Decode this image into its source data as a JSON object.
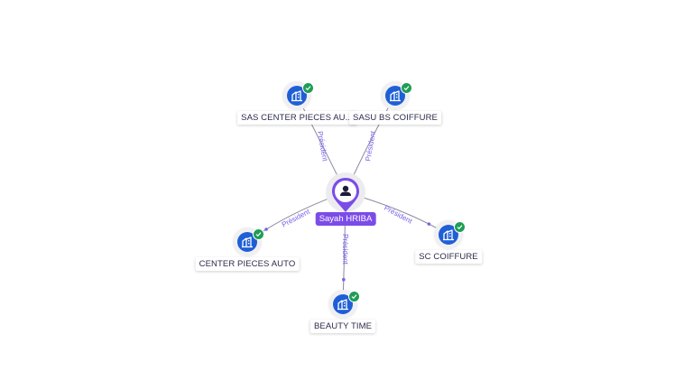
{
  "person": {
    "name": "Sayah HRIBA",
    "icon": "person-icon"
  },
  "companies": [
    {
      "id": "sas-center-pieces",
      "label": "SAS CENTER PIECES AU...",
      "icon": "building-icon",
      "status": "check-icon"
    },
    {
      "id": "sasu-bs-coiffure",
      "label": "SASU BS COIFFURE",
      "icon": "building-icon",
      "status": "check-icon"
    },
    {
      "id": "center-pieces-auto",
      "label": "CENTER PIECES AUTO",
      "icon": "building-icon",
      "status": "check-icon"
    },
    {
      "id": "sc-coiffure",
      "label": "SC COIFFURE",
      "icon": "building-icon",
      "status": "check-icon"
    },
    {
      "id": "beauty-time",
      "label": "BEAUTY TIME",
      "icon": "building-icon",
      "status": "check-icon"
    }
  ],
  "edges": [
    {
      "to": "sas-center-pieces",
      "label": "Président"
    },
    {
      "to": "sasu-bs-coiffure",
      "label": "Président"
    },
    {
      "to": "center-pieces-auto",
      "label": "Président"
    },
    {
      "to": "sc-coiffure",
      "label": "Président"
    },
    {
      "to": "beauty-time",
      "label": "Président"
    }
  ],
  "colors": {
    "person": "#7b4ce8",
    "company": "#1f5fd6",
    "verified": "#1f9d55",
    "edge_label": "#7b61e8"
  }
}
